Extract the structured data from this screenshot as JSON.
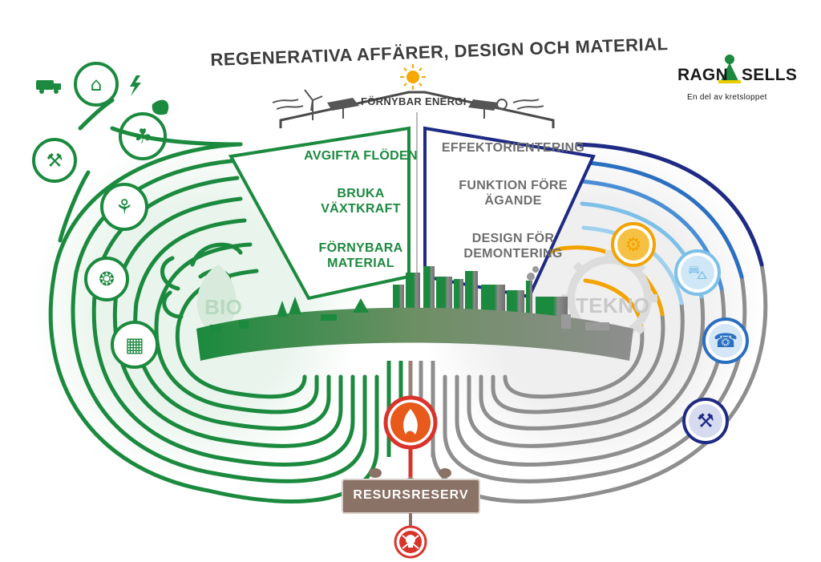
{
  "title": "REGENERATIVA AFFÄRER, DESIGN OCH MATERIAL",
  "brand": {
    "name_left": "RAGN",
    "name_right": "SELLS",
    "tagline": "En del av kretsloppet"
  },
  "energy_label": "FÖRNYBAR ENERGI",
  "bio_principles": [
    "AVGIFTA FLÖDEN",
    "BRUKA\nVÄXTKRAFT",
    "FÖRNYBARA\nMATERIAL"
  ],
  "tekno_principles": [
    "EFFEKTORIENTERING",
    "FUNKTION FÖRE\nÄGANDE",
    "DESIGN FÖR\nDEMONTERING"
  ],
  "cycle_labels": {
    "bio": "BIO",
    "tekno": "TEKNO"
  },
  "reserve_label": "RESURSRESERV",
  "icons": {
    "bio": [
      "tanker-truck-icon",
      "biogas-plant-icon",
      "lightning-icon",
      "sprout-soil-icon",
      "seedling-leaf-icon",
      "compost-facility-icon",
      "mushroom-polyvert-icon",
      "tshirt-icon",
      "packaging-bottle-icon"
    ],
    "tekno": [
      "washing-machine-repair-icon",
      "car-sharing-icon",
      "phone-electronics-icon",
      "metal-recovery-icon"
    ],
    "center": [
      "fire-icon",
      "hazard-skull-icon",
      "sun-icon",
      "wind-turbine-icon",
      "solar-panel-icon"
    ]
  },
  "colors": {
    "green": "#1b8a3e",
    "gray": "#8e8e8e",
    "navy": "#1e2a84",
    "blue": "#2a6fc0",
    "lightblue": "#7cc0e8",
    "orange": "#f2a300",
    "red": "#d9342b",
    "brown": "#8a7266",
    "title": "#3c3c3c"
  }
}
